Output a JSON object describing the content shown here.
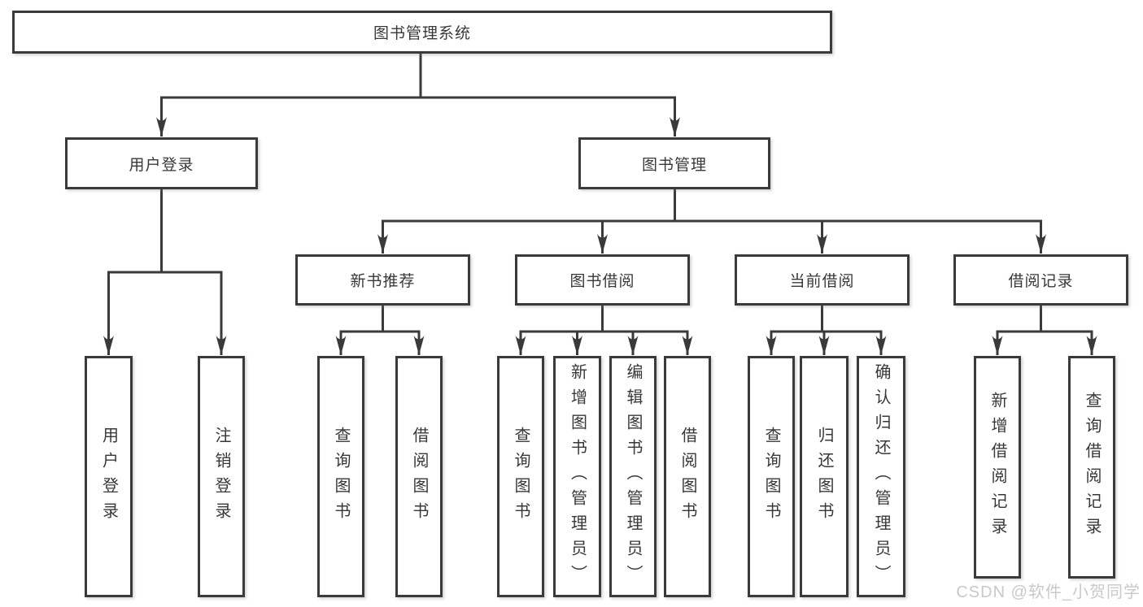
{
  "diagram": {
    "root": {
      "label": "图书管理系统"
    },
    "branches": [
      {
        "label": "用户登录",
        "children": [
          {
            "label": "用户登录"
          },
          {
            "label": "注销登录"
          }
        ]
      },
      {
        "label": "图书管理",
        "children": [
          {
            "label": "新书推荐",
            "children": [
              {
                "label": "查询图书"
              },
              {
                "label": "借阅图书"
              }
            ]
          },
          {
            "label": "图书借阅",
            "children": [
              {
                "label": "查询图书"
              },
              {
                "label": "新增图书（管理员）"
              },
              {
                "label": "编辑图书（管理员）"
              },
              {
                "label": "借阅图书"
              }
            ]
          },
          {
            "label": "当前借阅",
            "children": [
              {
                "label": "查询图书"
              },
              {
                "label": "归还图书"
              },
              {
                "label": "确认归还（管理员）"
              }
            ]
          },
          {
            "label": "借阅记录",
            "children": [
              {
                "label": "新增借阅记录"
              },
              {
                "label": "查询借阅记录"
              }
            ]
          }
        ]
      }
    ]
  },
  "watermark": {
    "text": "CSDN @软件_小贺同学"
  },
  "colors": {
    "line": "#3a3a3a",
    "box_border": "#3a3a3a",
    "text": "#383838",
    "background": "#ffffff",
    "watermark": "#c9c9c9"
  }
}
